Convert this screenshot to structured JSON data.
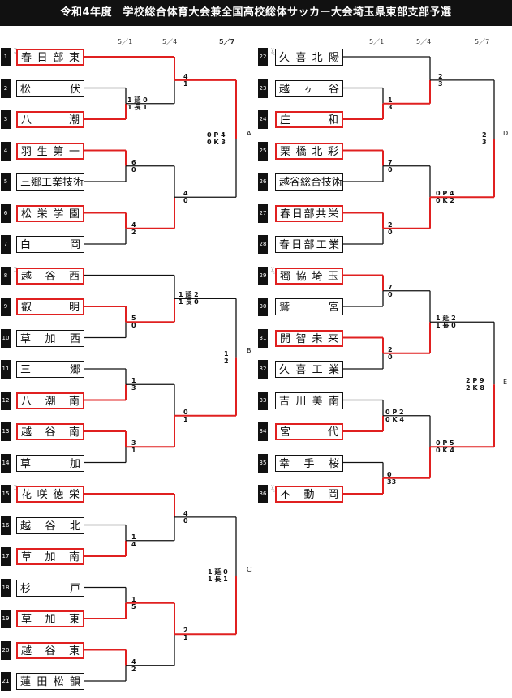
{
  "title": "令和4年度　学校総合体育大会兼全国高校総体サッカー大会埼玉県東部支部予選",
  "dates": {
    "d1": "5／1",
    "d2": "5／4",
    "d3": "5／7"
  },
  "left_teams": [
    {
      "no": "1",
      "name": "春日部東",
      "seed": "ｼｰﾄﾞ",
      "win": true
    },
    {
      "no": "2",
      "name": "松伏",
      "win": false
    },
    {
      "no": "3",
      "name": "八潮",
      "win": true
    },
    {
      "no": "4",
      "name": "羽生第一",
      "win": true
    },
    {
      "no": "5",
      "name": "三郷工業技術",
      "win": false
    },
    {
      "no": "6",
      "name": "松栄学園",
      "win": true
    },
    {
      "no": "7",
      "name": "白岡",
      "win": false
    },
    {
      "no": "8",
      "name": "越谷西",
      "seed": "ｼｰﾄﾞ",
      "win": true
    },
    {
      "no": "9",
      "name": "叡明",
      "win": true
    },
    {
      "no": "10",
      "name": "草加西",
      "win": false
    },
    {
      "no": "11",
      "name": "三郷",
      "win": false
    },
    {
      "no": "12",
      "name": "八潮南",
      "win": true
    },
    {
      "no": "13",
      "name": "越谷南",
      "win": true
    },
    {
      "no": "14",
      "name": "草加",
      "win": false
    },
    {
      "no": "15",
      "name": "花咲徳栄",
      "seed": "ｼｰﾄﾞ",
      "win": true
    },
    {
      "no": "16",
      "name": "越谷北",
      "win": false
    },
    {
      "no": "17",
      "name": "草加南",
      "win": true
    },
    {
      "no": "18",
      "name": "杉戸",
      "win": false
    },
    {
      "no": "19",
      "name": "草加東",
      "win": true
    },
    {
      "no": "20",
      "name": "越谷東",
      "win": true
    },
    {
      "no": "21",
      "name": "蓮田松韻",
      "win": false
    }
  ],
  "right_teams": [
    {
      "no": "22",
      "name": "久喜北陽",
      "seed": "ｼｰﾄﾞ",
      "win": false
    },
    {
      "no": "23",
      "name": "越ヶ谷",
      "win": false
    },
    {
      "no": "24",
      "name": "庄和",
      "win": true
    },
    {
      "no": "25",
      "name": "栗橋北彩",
      "win": true
    },
    {
      "no": "26",
      "name": "越谷総合技術",
      "win": false
    },
    {
      "no": "27",
      "name": "春日部共栄",
      "win": true
    },
    {
      "no": "28",
      "name": "春日部工業",
      "win": false
    },
    {
      "no": "29",
      "name": "獨協埼玉",
      "seed": "ｼｰﾄﾞ",
      "win": true
    },
    {
      "no": "30",
      "name": "鷲宮",
      "win": false
    },
    {
      "no": "31",
      "name": "開智未来",
      "win": true
    },
    {
      "no": "32",
      "name": "久喜工業",
      "win": false
    },
    {
      "no": "33",
      "name": "吉川美南",
      "win": false
    },
    {
      "no": "34",
      "name": "宮代",
      "win": true
    },
    {
      "no": "35",
      "name": "幸手桜",
      "win": false
    },
    {
      "no": "36",
      "name": "不動岡",
      "seed": "ｼｰﾄﾞ",
      "win": true
    }
  ],
  "scores": {
    "l_2_3": "1 延 0\n1 長 1",
    "l_1_r2": "4\n1",
    "l_4_5": "6\n0",
    "l_6_7": "4\n2",
    "l_r2b": "4\n0",
    "l_A": "0 P 4\n0 K 3",
    "l_9_10": "5\n0",
    "l_8_r2": "1 延 2\n1 長 0",
    "l_11_12": "1\n3",
    "l_13_14": "3\n1",
    "l_r2d": "0\n1",
    "l_B": "1\n2",
    "l_16_17": "1\n4",
    "l_15_r2": "4\n0",
    "l_18_19": "1\n5",
    "l_20_21": "4\n2",
    "l_r2f": "2\n1",
    "l_C": "1 延 0\n1 長 1",
    "r_23_24": "1\n3",
    "r_22_r2": "2\n3",
    "r_25_26": "7\n0",
    "r_27_28": "2\n0",
    "r_r2b": "0 P 4\n0 K 2",
    "r_D": "2\n3",
    "r_29_30": "7\n0",
    "r_31_32": "2\n0",
    "r_r2c": "1 延 2\n1 長 0",
    "r_33_34": "0 P 2\n0 K 4",
    "r_35_36": "0\n33",
    "r_r2d": "0 P 5\n0 K 4",
    "r_E": "2 P 9\n2 K 8"
  },
  "block_labels": {
    "A": "A",
    "B": "B",
    "C": "C",
    "D": "D",
    "E": "E"
  },
  "colors": {
    "win": "#e02020",
    "line": "#111111"
  }
}
